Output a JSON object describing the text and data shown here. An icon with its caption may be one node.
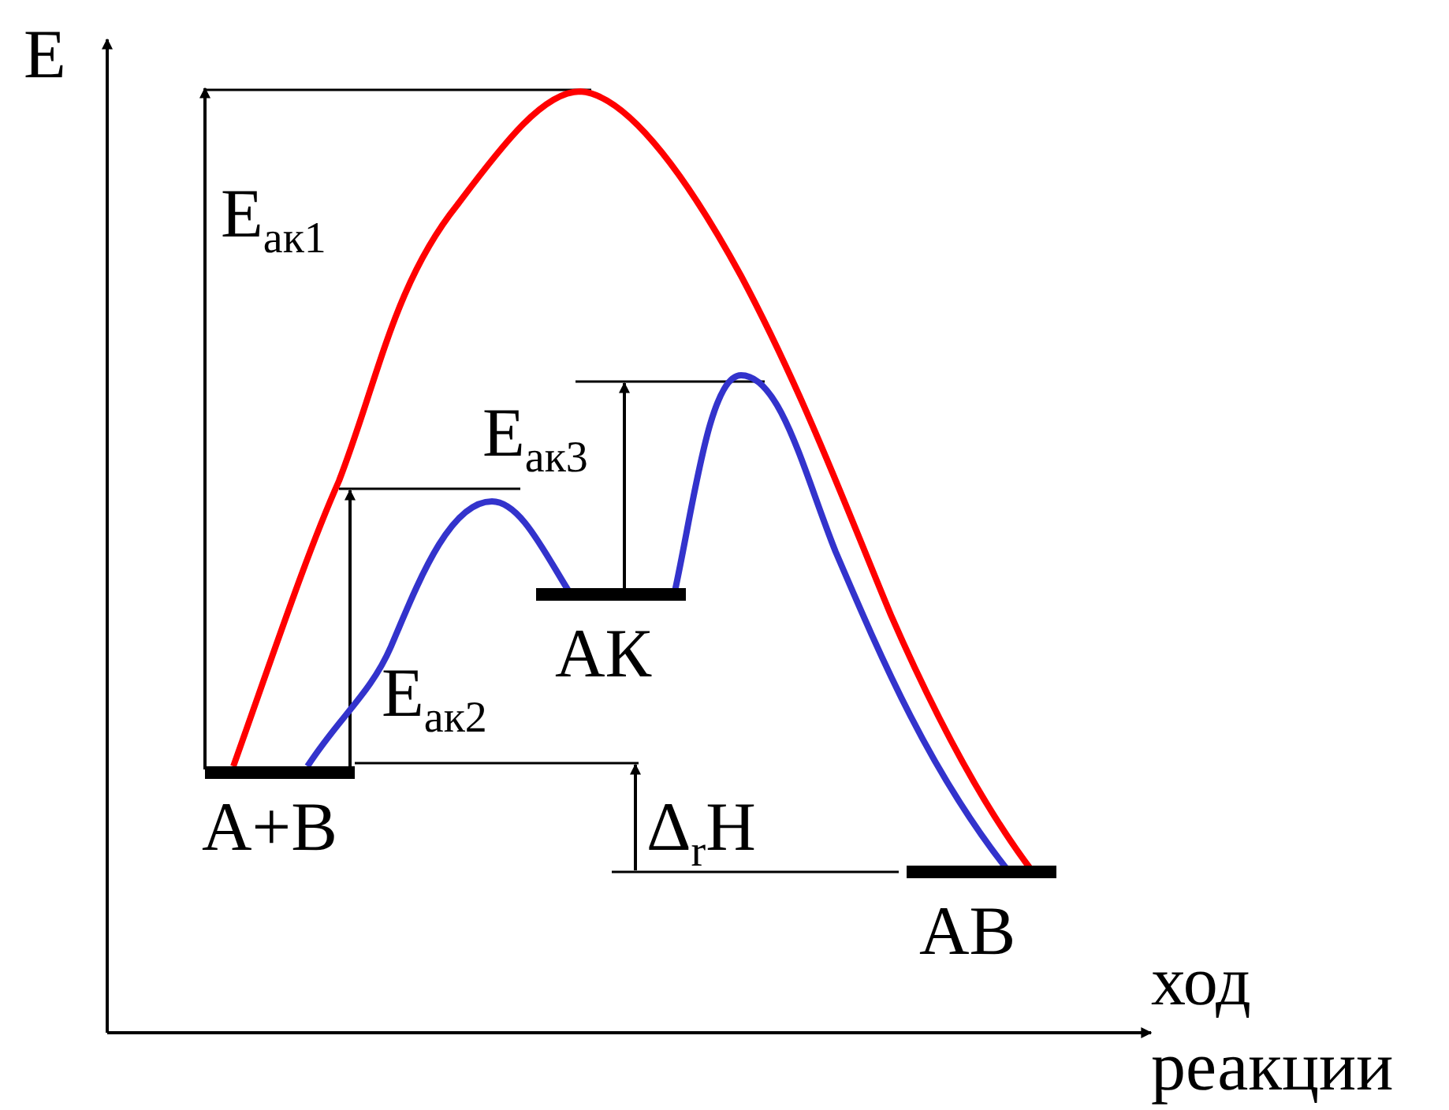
{
  "diagram": {
    "labels": [
      "Е",
      "Е$_{ак1}$",
      "Е$_{ак3}$",
      "Е$_{ак2}$",
      "АК",
      "А+В",
      "Δ$_{r}$Н",
      "АВ",
      "ход реакции"
    ]
  }
}
